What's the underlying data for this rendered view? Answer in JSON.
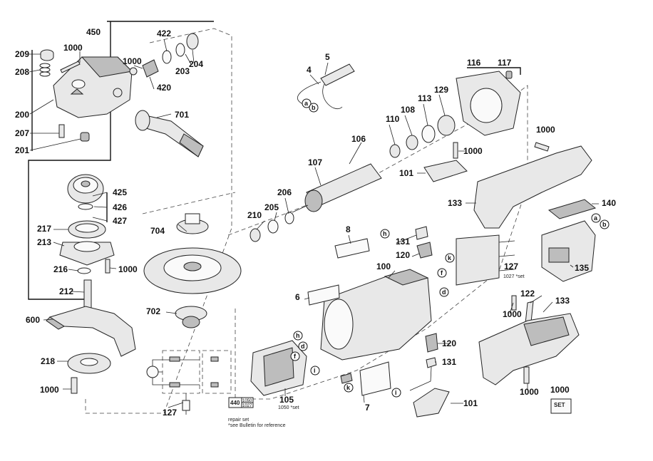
{
  "labels": {
    "l450": "450",
    "l422": "422",
    "l209": "209",
    "l1000_a": "1000",
    "l208": "208",
    "l1000_b": "1000",
    "l204": "204",
    "l203": "203",
    "l420": "420",
    "l200": "200",
    "l701": "701",
    "l207": "207",
    "l201": "201",
    "l425": "425",
    "l426": "426",
    "l427": "427",
    "l217": "217",
    "l213": "213",
    "l216": "216",
    "l1000_c": "1000",
    "l212": "212",
    "l600": "600",
    "l218": "218",
    "l1000_d": "1000",
    "l5": "5",
    "l4": "4",
    "l116": "116",
    "l117": "117",
    "l106": "106",
    "l110": "110",
    "l108": "108",
    "l113": "113",
    "l129": "129",
    "l1000_e": "1000",
    "l1000_f": "1000",
    "l107": "107",
    "l101_a": "101",
    "l206": "206",
    "l205": "205",
    "l210": "210",
    "l133_a": "133",
    "l140": "140",
    "l704": "704",
    "l8": "8",
    "l131_a": "131",
    "l120_a": "120",
    "l100": "100",
    "l127_a": "127",
    "l135": "135",
    "l6": "6",
    "l702": "702",
    "l122": "122",
    "l133_b": "133",
    "l1000_g": "1000",
    "l120_b": "120",
    "l131_b": "131",
    "l105": "105",
    "l1000_h": "1000",
    "l127_b": "127",
    "l7": "7",
    "l101_b": "101",
    "l1000_i": "1000"
  },
  "letters": {
    "a1": "a",
    "b1": "b",
    "a2": "a",
    "b2": "b",
    "h1": "h",
    "k1": "k",
    "f1": "f",
    "d1": "d",
    "h2": "h",
    "d2": "d",
    "f2": "f",
    "i1": "i",
    "k2": "k",
    "i2": "i"
  },
  "notes": {
    "set_1027": "1027 *set",
    "set_1050": "1050 *set",
    "repair_set": "repair set",
    "bulletin": "*see Bulletin for reference",
    "box_440": "440",
    "box_1050": "1050",
    "box_1027": "1027",
    "set_title": "1000",
    "set_label": "SET"
  }
}
